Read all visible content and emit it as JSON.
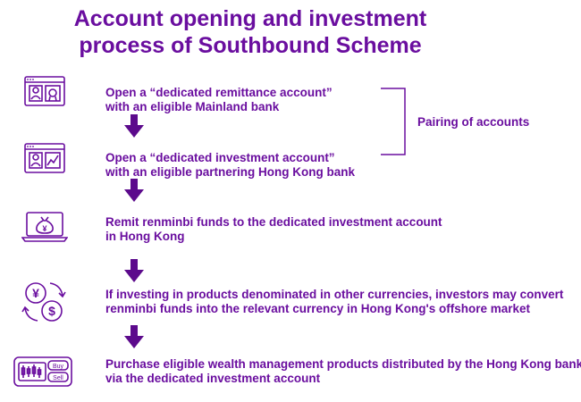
{
  "title": {
    "line1": "Account opening and investment",
    "line2": "process of Southbound Scheme"
  },
  "steps": [
    {
      "line1": "Open a “dedicated remittance account”",
      "line2": "with an eligible Mainland bank"
    },
    {
      "line1": "Open a “dedicated investment account”",
      "line2": "with an eligible partnering Hong Kong bank"
    },
    {
      "line1": "Remit renminbi funds to the dedicated investment account",
      "line2": "in Hong Kong"
    },
    {
      "line1": "If investing in products denominated in other currencies, investors may convert",
      "line2": "renminbi funds into the relevant currency in Hong Kong's offshore market"
    },
    {
      "line1": "Purchase eligible wealth management products distributed by the Hong Kong bank",
      "line2": "via the dedicated investment account"
    }
  ],
  "pairing_label": "Pairing of accounts",
  "icons": {
    "yen_symbol": "¥",
    "dollar_symbol": "$",
    "buy_label": "Buy",
    "sell_label": "Sell"
  },
  "colors": {
    "primary": "#6a0e9f",
    "arrow": "#5c0a8c"
  }
}
